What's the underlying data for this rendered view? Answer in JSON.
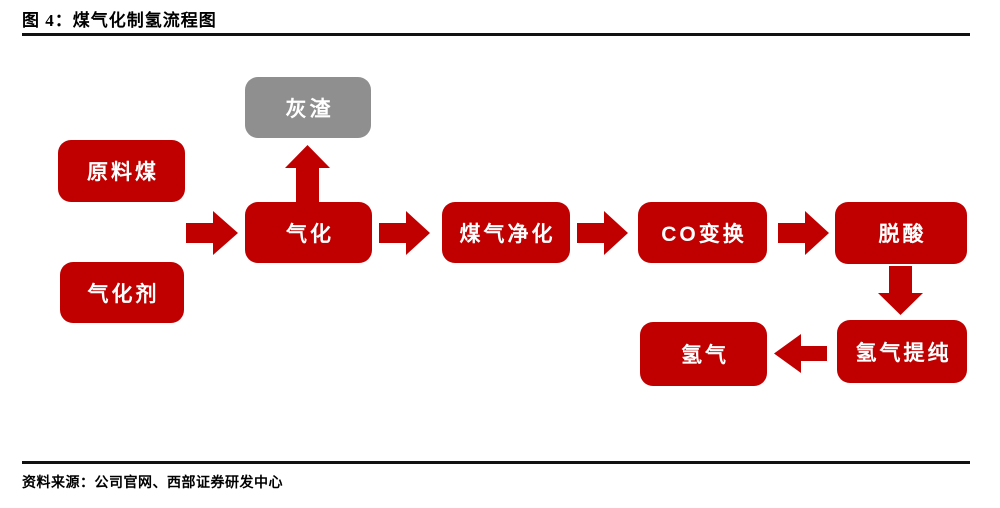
{
  "figure": {
    "title": "图 4：煤气化制氢流程图",
    "source": "资料来源：公司官网、西部证券研发中心"
  },
  "colors": {
    "node_red": "#C00000",
    "byproduct_gray": "#8F8F8F",
    "node_text": "#FFFFFF",
    "divider": "#111111"
  },
  "nodes": {
    "raw_coal": "原料煤",
    "gasification_agent": "气化剂",
    "ash_residue": "灰渣",
    "gasification": "气化",
    "gas_purification": "煤气净化",
    "co_shift": "CO变换",
    "deacidification": "脱酸",
    "hydrogen_purification": "氢气提纯",
    "hydrogen": "氢气"
  },
  "edges": [
    {
      "from": "原料煤",
      "to": "气化",
      "direction": "right"
    },
    {
      "from": "气化剂",
      "to": "气化",
      "direction": "right"
    },
    {
      "from": "气化",
      "to": "灰渣",
      "direction": "up"
    },
    {
      "from": "气化",
      "to": "煤气净化",
      "direction": "right"
    },
    {
      "from": "煤气净化",
      "to": "CO变换",
      "direction": "right"
    },
    {
      "from": "CO变换",
      "to": "脱酸",
      "direction": "right"
    },
    {
      "from": "脱酸",
      "to": "氢气提纯",
      "direction": "down"
    },
    {
      "from": "氢气提纯",
      "to": "氢气",
      "direction": "left"
    }
  ]
}
